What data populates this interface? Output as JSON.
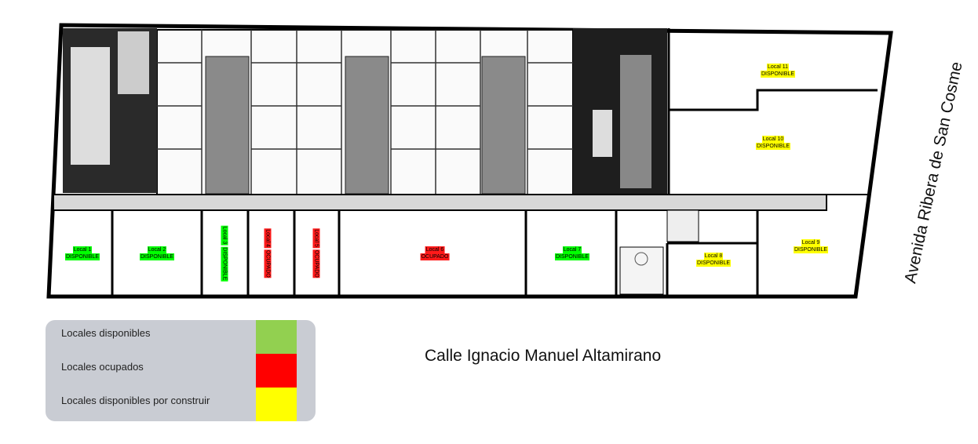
{
  "locals": [
    {
      "name": "Local 1",
      "status": "DISPONIBLE",
      "color": "#00ff00"
    },
    {
      "name": "Local 2",
      "status": "DISPONIBLE",
      "color": "#00ff00"
    },
    {
      "name": "Local 3",
      "status": "DISPONIBLE",
      "color": "#00ff00"
    },
    {
      "name": "Local 4",
      "status": "OCUPADO",
      "color": "#ff1a1a"
    },
    {
      "name": "Local 5",
      "status": "OCUPADO",
      "color": "#ff1a1a"
    },
    {
      "name": "Local 6",
      "status": "OCUPADO",
      "color": "#ff1a1a"
    },
    {
      "name": "Local 7",
      "status": "DISPONIBLE",
      "color": "#00ff00"
    },
    {
      "name": "Local 8",
      "status": "DISPONIBLE",
      "color": "#ffff00"
    },
    {
      "name": "Local 9",
      "status": "DISPONIBLE",
      "color": "#ffff00"
    },
    {
      "name": "Local 10",
      "status": "DISPONIBLE",
      "color": "#ffff00"
    },
    {
      "name": "Local 11",
      "status": "DISPONIBLE",
      "color": "#ffff00"
    }
  ],
  "legend": [
    {
      "label": "Locales disponibles",
      "color": "#92d050"
    },
    {
      "label": "Locales ocupados",
      "color": "#ff0000"
    },
    {
      "label": "Locales disponibles por construir",
      "color": "#ffff00"
    }
  ],
  "streets": {
    "bottom": "Calle Ignacio Manuel Altamirano",
    "right": "Avenida Ribera de San Cosme"
  }
}
